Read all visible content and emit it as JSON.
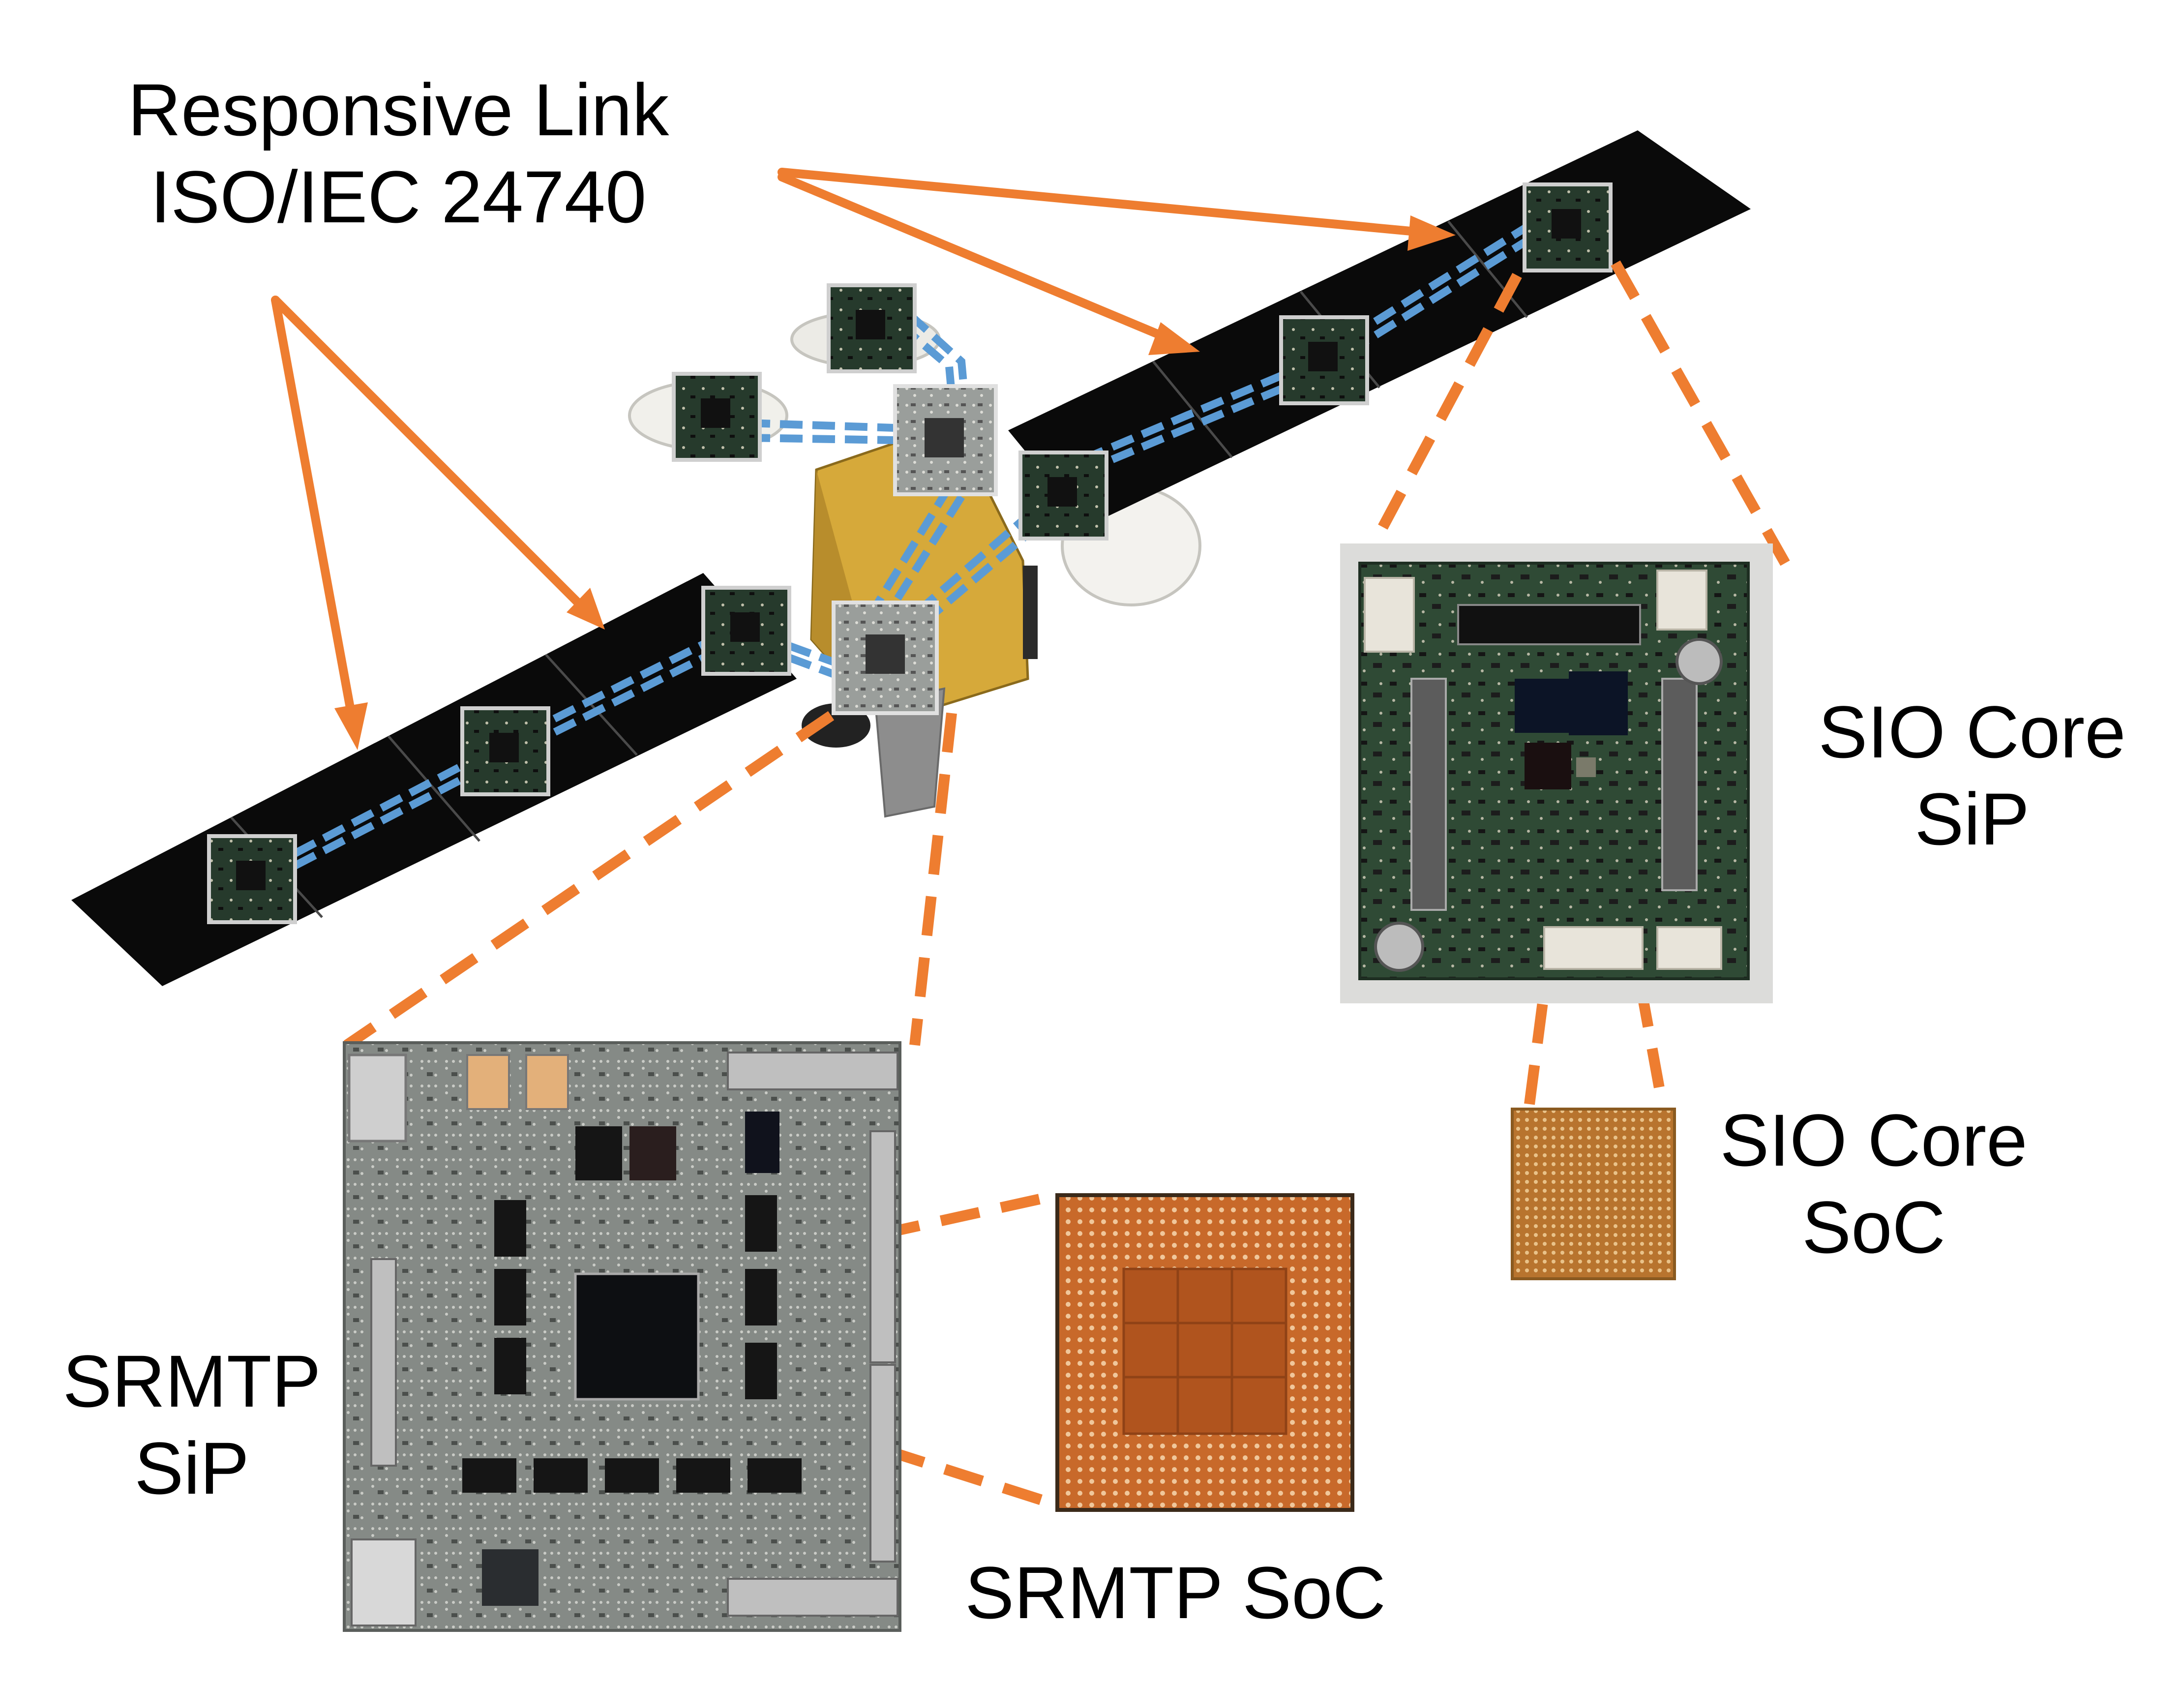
{
  "labels": {
    "responsive_link": {
      "line1": "Responsive Link",
      "line2": "ISO/IEC 24740"
    },
    "sio_core_sip": {
      "line1": "SIO Core",
      "line2": "SiP"
    },
    "sio_core_soc": {
      "line1": "SIO Core",
      "line2": "SoC"
    },
    "srmtp_sip": {
      "line1": "SRMTP",
      "line2": "SiP"
    },
    "srmtp_soc": {
      "line1": "SRMTP SoC"
    }
  },
  "colors": {
    "arrow": "#ee7d30",
    "link": "#5b9bd5",
    "solar_panel": "#0a0a0a",
    "satellite_body": "#d6a93a",
    "board_green": "#2d4a34",
    "board_gray": "#8a8f8b",
    "chip_copper": "#c8692a"
  }
}
